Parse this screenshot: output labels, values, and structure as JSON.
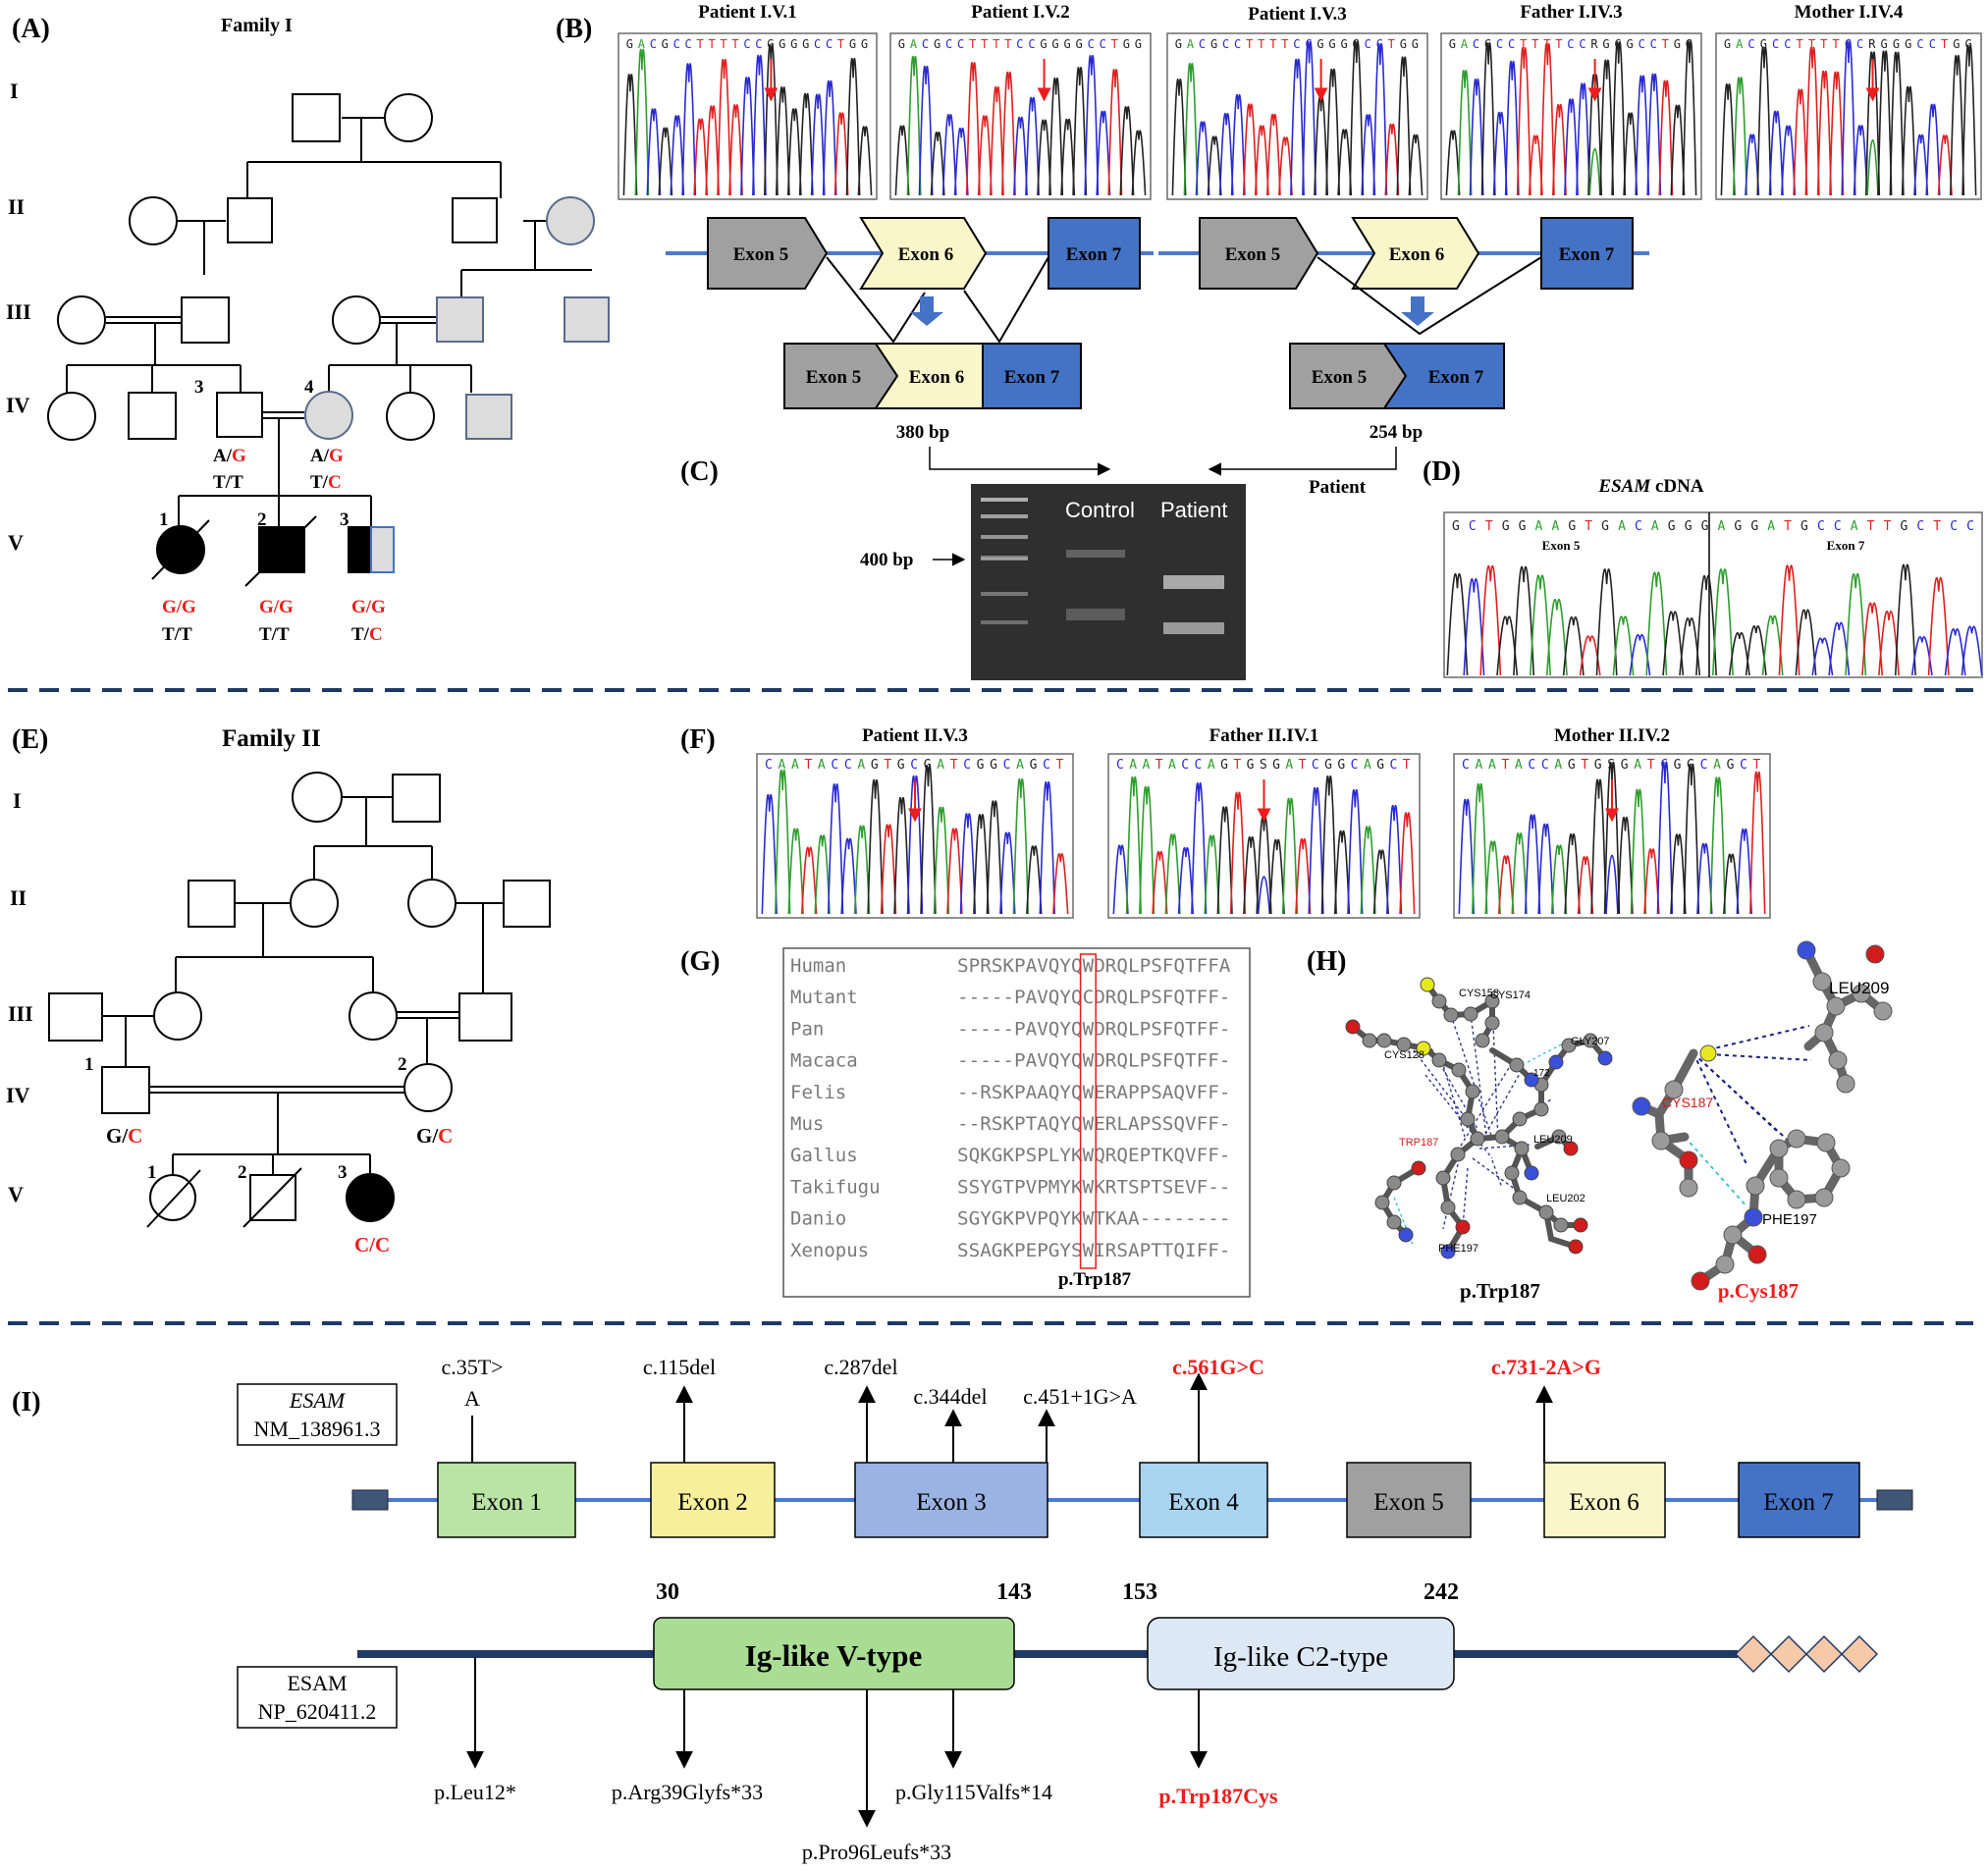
{
  "colors": {
    "red": "#ee1c1c",
    "arrow_blue": "#4472c4",
    "line_blue": "#4a7ad0",
    "dash_navy": "#1f3864",
    "protein_navy": "#1f3864",
    "affected_gray": "#dcdcdc",
    "exon1": "#b9e4a4",
    "exon2": "#f6ef9c",
    "exon3": "#9bb3e2",
    "exon4": "#a8d4ef",
    "exon5": "#a0a0a0",
    "exon6": "#fbf6c9",
    "exon7": "#4472c4",
    "vtype": "#a9dd94",
    "c2type": "#dde8f5",
    "diamond": "#f6c9a9",
    "base_A": "#2e9e2e",
    "base_C": "#2a2ad4",
    "base_G": "#222222",
    "base_T": "#e02020"
  },
  "panel_labels": {
    "A": "(A)",
    "B": "(B)",
    "C": "(C)",
    "D": "(D)",
    "E": "(E)",
    "F": "(F)",
    "G": "(G)",
    "H": "(H)",
    "I": "(I)"
  },
  "family1": {
    "title": "Family I",
    "generations": [
      "I",
      "II",
      "III",
      "IV",
      "V"
    ],
    "ids": {
      "iv3": "3",
      "iv4": "4",
      "v1": "1",
      "v2": "2",
      "v3": "3"
    },
    "genotypes": {
      "iv3_top_a": "A/",
      "iv3_top_b": "G",
      "iv3_bot": "T/T",
      "iv4_top_a": "A/",
      "iv4_top_b": "G",
      "iv4_bot_a": "T/",
      "iv4_bot_b": "C",
      "v1_top": "G/G",
      "v1_bot": "T/T",
      "v2_top": "G/G",
      "v2_bot": "T/T",
      "v3_top": "G/G",
      "v3_bot_a": "T/",
      "v3_bot_b": "C"
    }
  },
  "panelB": {
    "chromatograms": [
      {
        "label": "Patient I.V.1",
        "seq": "GACGCCTTTTCCGGGGCCTGG"
      },
      {
        "label": "Patient I.V.2",
        "seq": "GACGCCTTTTCCGGGGCCTGG"
      },
      {
        "label": "Patient I.V.3",
        "seq": "GACGCCTTTTCCGGGGCCTGG"
      },
      {
        "label": "Father I.IV.3",
        "seq": "GACGCCTTTTCCRGGGCCTGG"
      },
      {
        "label": "Mother I.IV.4",
        "seq": "GACGCCTTTTCCRGGGCCTGG"
      }
    ],
    "exon5": "Exon 5",
    "exon6": "Exon 6",
    "exon7": "Exon 7",
    "size_normal": "380 bp",
    "size_mutant": "254 bp"
  },
  "panelC": {
    "marker": "400 bp",
    "control": "Control",
    "patient": "Patient",
    "patient_arrow_label": "Patient"
  },
  "panelD": {
    "title_gene": "ESAM",
    "title_rest": " cDNA",
    "seq": "GCTGGAAGTGACAGGGAGGATGCCATTGCTCC",
    "exon5": "Exon 5",
    "exon7": "Exon 7"
  },
  "family2": {
    "title": "Family II",
    "generations": [
      "I",
      "II",
      "III",
      "IV",
      "V"
    ],
    "ids": {
      "iv1": "1",
      "iv2": "2",
      "v1": "1",
      "v2": "2",
      "v3": "3"
    },
    "genotypes": {
      "iv1_a": "G/",
      "iv1_b": "C",
      "iv2_a": "G/",
      "iv2_b": "C",
      "v3": "C/C"
    }
  },
  "panelF": {
    "chromatograms": [
      {
        "label": "Patient II.V.3",
        "seq": "CAATACCAGTGCGATCGGCAGCT"
      },
      {
        "label": "Father II.IV.1",
        "seq": "CAATACCAGTGSGATCGGCAGCT"
      },
      {
        "label": "Mother II.IV.2",
        "seq": "CAATACCAGTGSGATCGGCAGCT"
      }
    ]
  },
  "panelG": {
    "rows": [
      {
        "name": "Human",
        "seq": "SPRSKPAVQYQWDRQLPSFQTFFA"
      },
      {
        "name": "Mutant",
        "seq": "-----PAVQYQCDRQLPSFQTFF-"
      },
      {
        "name": "Pan",
        "seq": "-----PAVQYQWDRQLPSFQTFF-"
      },
      {
        "name": "Macaca",
        "seq": "-----PAVQYQWDRQLPSFQTFF-"
      },
      {
        "name": "Felis",
        "seq": "--RSKPAAQYQWERAPPSAQVFF-"
      },
      {
        "name": "Mus",
        "seq": "--RSKPTAQYQWERLAPSSQVFF-"
      },
      {
        "name": "Gallus",
        "seq": "SQKGKPSPLYKWQRQEPTKQVFF-"
      },
      {
        "name": "Takifugu",
        "seq": "SSYGTPVPMYKWKRTSPTSEVF--"
      },
      {
        "name": "Danio",
        "seq": "SGYGKPVPQYKWTKAA--------"
      },
      {
        "name": "Xenopus",
        "seq": "SSAGKPEPGYSWIRSAPTTQIFF-"
      }
    ],
    "caption": "p.Trp187"
  },
  "panelH": {
    "wt_labels": {
      "cys158": "CYS158",
      "cys174": "CYS174",
      "gly207": "GLY207",
      "u172": "172",
      "cys128": "CYS128",
      "trp187": "TRP187",
      "leu209": "LEU209",
      "leu202": "LEU202",
      "phe197": "PHE197"
    },
    "mut_labels": {
      "leu209": "LEU209",
      "cys187": "CYS187",
      "phe197": "PHE197"
    },
    "caption_wt": "p.Trp187",
    "caption_mut": "p.Cys187"
  },
  "panelI": {
    "gene": "ESAM",
    "transcript": "NM_138961.3",
    "protein": "ESAM",
    "protein_id": "NP_620411.2",
    "exons": [
      "Exon 1",
      "Exon 2",
      "Exon 3",
      "Exon 4",
      "Exon 5",
      "Exon 6",
      "Exon 7"
    ],
    "variants": {
      "v1a": "c.35T>",
      "v1b": "A",
      "v2": "c.115del",
      "v3": "c.287del",
      "v4": "c.344del",
      "v5": "c.451+1G>A",
      "v6": "c.561G>C",
      "v7": "c.731-2A>G"
    },
    "domains": {
      "vtype": "Ig-like V-type",
      "c2type": "Ig-like C2-type",
      "n30": "30",
      "n143": "143",
      "n153": "153",
      "n242": "242"
    },
    "protein_variants": {
      "p1": "p.Leu12*",
      "p2": "p.Arg39Glyfs*33",
      "p3": "p.Pro96Leufs*33",
      "p4": "p.Gly115Valfs*14",
      "p5": "p.Trp187Cys"
    }
  }
}
